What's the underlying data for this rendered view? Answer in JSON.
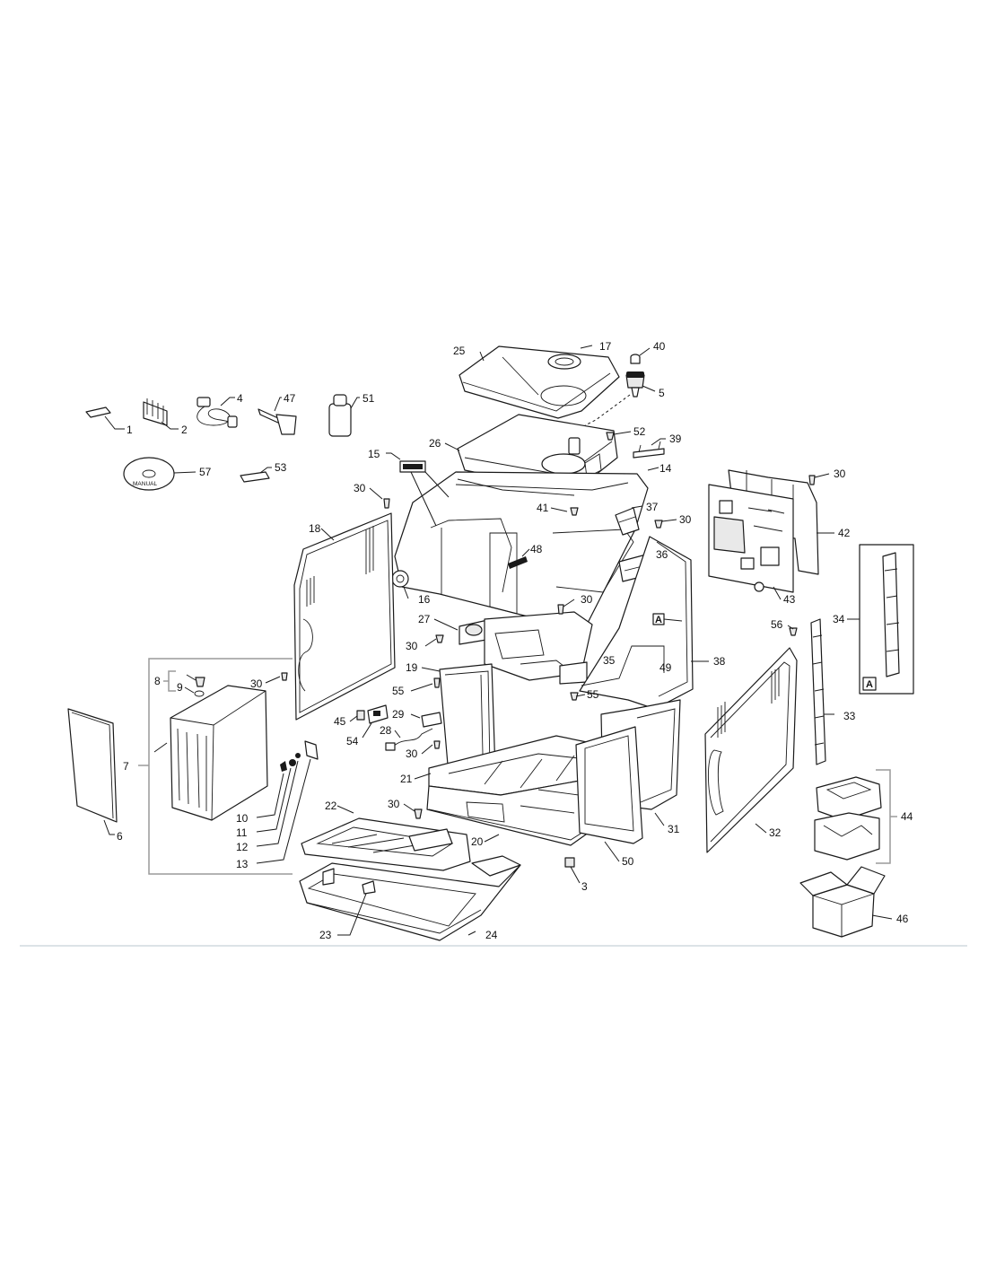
{
  "diagram": {
    "type": "exploded-parts-view",
    "callouts": [
      "1",
      "2",
      "3",
      "4",
      "5",
      "6",
      "7",
      "8",
      "9",
      "10",
      "11",
      "12",
      "13",
      "14",
      "15",
      "16",
      "17",
      "18",
      "19",
      "20",
      "21",
      "22",
      "23",
      "24",
      "25",
      "26",
      "27",
      "28",
      "29",
      "30",
      "31",
      "32",
      "33",
      "34",
      "35",
      "36",
      "37",
      "38",
      "39",
      "40",
      "41",
      "42",
      "43",
      "44",
      "45",
      "46",
      "47",
      "48",
      "49",
      "50",
      "51",
      "52",
      "53",
      "54",
      "55",
      "56",
      "57"
    ],
    "detail_marker": "A",
    "manual_disc_text": "MANUAL",
    "colors": {
      "line": "#1a1a1a",
      "group_bracket": "#9a9a9a",
      "separator": "#b9c7cf",
      "background": "#ffffff"
    }
  }
}
